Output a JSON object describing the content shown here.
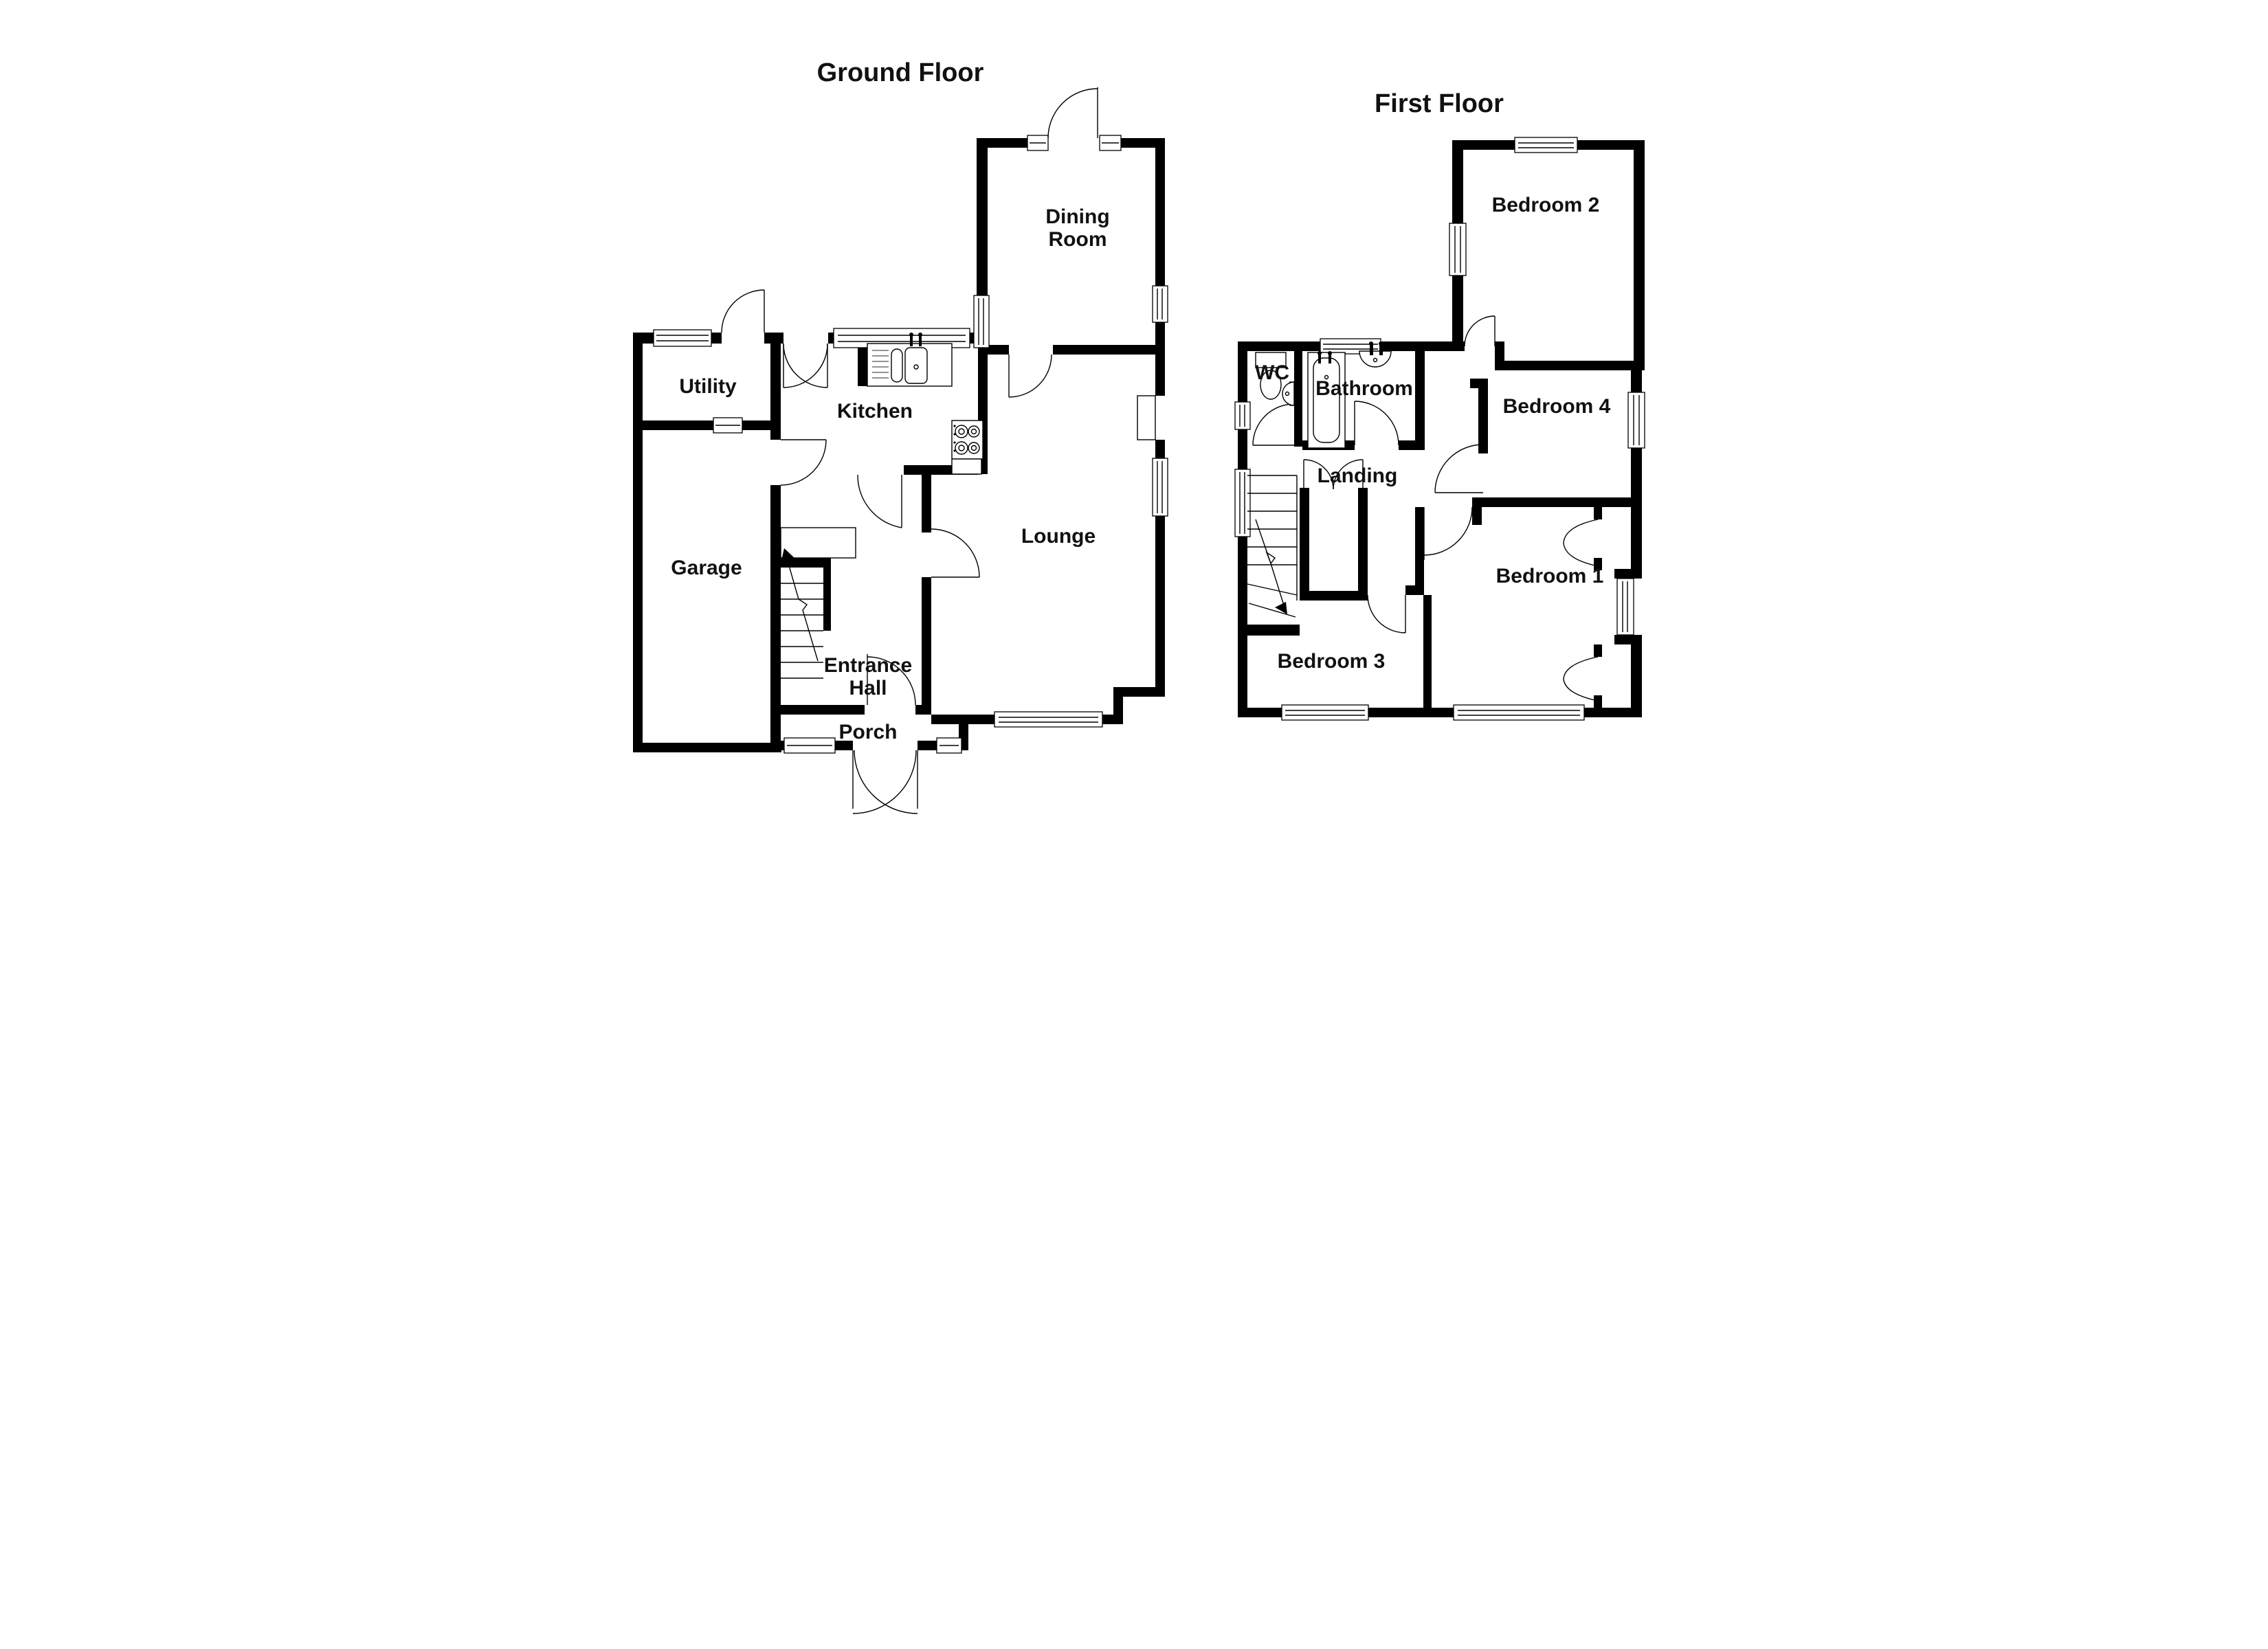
{
  "document": {
    "type": "floor-plan",
    "background_color": "#ffffff",
    "line_color": "#000000"
  },
  "floors": [
    {
      "title": "Ground Floor",
      "rooms": [
        {
          "label": "Dining Room",
          "lines": [
            "Dining",
            "Room"
          ]
        },
        {
          "label": "Kitchen",
          "lines": [
            "Kitchen"
          ]
        },
        {
          "label": "Utility",
          "lines": [
            "Utility"
          ]
        },
        {
          "label": "Garage",
          "lines": [
            "Garage"
          ]
        },
        {
          "label": "Lounge",
          "lines": [
            "Lounge"
          ]
        },
        {
          "label": "Entrance Hall",
          "lines": [
            "Entrance",
            "Hall"
          ]
        },
        {
          "label": "Porch",
          "lines": [
            "Porch"
          ]
        }
      ],
      "fixtures": [
        "kitchen-sink-and-drainer",
        "hob-4-burners",
        "staircase-up-arrow",
        "under-stairs-cupboard"
      ]
    },
    {
      "title": "First Floor",
      "rooms": [
        {
          "label": "Bedroom 2",
          "lines": [
            "Bedroom 2"
          ]
        },
        {
          "label": "WC",
          "lines": [
            "WC"
          ]
        },
        {
          "label": "Bathroom",
          "lines": [
            "Bathroom"
          ]
        },
        {
          "label": "Bedroom 4",
          "lines": [
            "Bedroom 4"
          ]
        },
        {
          "label": "Landing",
          "lines": [
            "Landing"
          ]
        },
        {
          "label": "Bedroom 3",
          "lines": [
            "Bedroom 3"
          ]
        },
        {
          "label": "Bedroom 1",
          "lines": [
            "Bedroom 1"
          ]
        }
      ],
      "fixtures": [
        "toilet",
        "wash-basin-wc",
        "bath-with-taps",
        "wash-basin-bathroom",
        "staircase-down",
        "airing-cupboard-double-doors",
        "built-in-wardrobe-north",
        "built-in-wardrobe-south"
      ]
    }
  ]
}
